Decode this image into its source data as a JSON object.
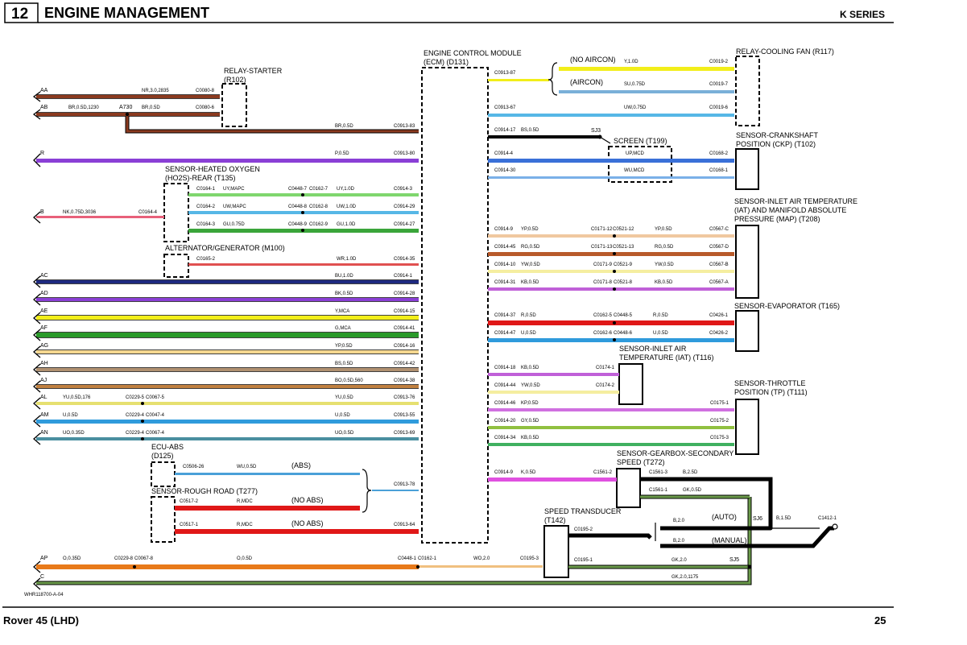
{
  "header": {
    "page_number": "12",
    "title": "ENGINE MANAGEMENT",
    "series": "K SERIES"
  },
  "footer": {
    "model": "Rover 45 (LHD)",
    "page": "25",
    "ref": "WHR118700-A-04"
  },
  "components": {
    "relay_starter": [
      "RELAY-STARTER",
      "(R102)"
    ],
    "ecm": [
      "ENGINE CONTROL MODULE",
      "(ECM) (D131)"
    ],
    "relay_fan": [
      "RELAY-COOLING FAN (R117)"
    ],
    "ckp": [
      "SENSOR-CRANKSHAFT",
      "POSITION (CKP) (T102)"
    ],
    "screen": [
      "SCREEN (T199)"
    ],
    "ho2s": [
      "SENSOR-HEATED OXYGEN",
      "(HO2S)-REAR (T135)"
    ],
    "map": [
      "SENSOR-INLET AIR TEMPERATURE",
      "(IAT) AND MANIFOLD ABSOLUTE",
      "PRESSURE (MAP) (T208)"
    ],
    "alternator": [
      "ALTERNATOR/GENERATOR (M100)"
    ],
    "evaporator": [
      "SENSOR-EVAPORATOR (T165)"
    ],
    "iat": [
      "SENSOR-INLET AIR",
      "TEMPERATURE (IAT) (T116)"
    ],
    "tp": [
      "SENSOR-THROTTLE",
      "POSITION (TP) (T111)"
    ],
    "ecu_abs": [
      "ECU-ABS",
      "(D125)"
    ],
    "rough_road": [
      "SENSOR-ROUGH ROAD (T277)"
    ],
    "gearbox": [
      "SENSOR-GEARBOX-SECONDARY",
      "SPEED (T272)"
    ],
    "transducer": [
      "SPEED TRANSDUCER",
      "(T142)"
    ]
  },
  "notes": {
    "no_aircon": "(NO AIRCON)",
    "aircon": "(AIRCON)",
    "abs": "(ABS)",
    "no_abs_1": "(NO ABS)",
    "no_abs_2": "(NO ABS)",
    "auto": "(AUTO)",
    "manual": "(MANUAL)"
  },
  "splices": {
    "sj3": "SJ3",
    "sj6": "SJ6",
    "sj5": "SJ5",
    "a730": "A730"
  },
  "wires": {
    "aa": {
      "id": "AA",
      "code": "NR,3.0,2835",
      "conn": "C0080-8",
      "color": "#8b3a1f"
    },
    "ab": {
      "id": "AB",
      "code1": "BR,0.5D,1230",
      "code2": "BR,0.5D",
      "conn": "C0080-6",
      "code3": "BR,0.5D",
      "conn2": "C0913-83",
      "color": "#8b3a1f"
    },
    "r": {
      "id": "R",
      "code": "P,0.5D",
      "conn": "C0913-80",
      "color": "#8a3fd6"
    },
    "b": {
      "id": "B",
      "code": "NK,0.75D,3036",
      "conn": "C0164-4",
      "color": "#e8607a"
    },
    "ho1": {
      "conn_a": "C0164-1",
      "code_a": "UY,MAPC",
      "conn_b": "C0448-7",
      "conn_c": "C0162-7",
      "code_b": "UY,1.0D",
      "conn_ecm": "C0914-3",
      "color": "#7fd66e"
    },
    "ho2": {
      "conn_a": "C0164-2",
      "code_a": "UW,MAPC",
      "conn_b": "C0448-8",
      "conn_c": "C0162-8",
      "code_b": "UW,1.0D",
      "conn_ecm": "C0914-29",
      "color": "#56b7e6"
    },
    "ho3": {
      "conn_a": "C0164-3",
      "code_a": "GU,0.75D",
      "conn_b": "C0448-9",
      "conn_c": "C0162-9",
      "code_b": "GU,1.0D",
      "conn_ecm": "C0914-27",
      "color": "#3aa53a"
    },
    "alt": {
      "conn_a": "C0165-2",
      "code": "WR,1.0D",
      "conn_ecm": "C0914-35",
      "color": "#e05050"
    },
    "ac": {
      "id": "AC",
      "code": "BU,1.0D",
      "conn": "C0914-1",
      "color": "#1e2a80"
    },
    "ad": {
      "id": "AD",
      "code": "BK,0.5D",
      "conn": "C0914-28",
      "color": "#8a3fd6"
    },
    "ae": {
      "id": "AE",
      "code": "Y,MCA",
      "conn": "C0914-15",
      "color": "#f2ee1a"
    },
    "af": {
      "id": "AF",
      "code": "G,MCA",
      "conn": "C0914-41",
      "color": "#2a9a2a"
    },
    "ag": {
      "id": "AG",
      "code": "YP,0.5D",
      "conn": "C0914-16",
      "color": "#f5d890"
    },
    "ah": {
      "id": "AH",
      "code": "BS,0.5D",
      "conn": "C0914-42",
      "color": "#b09070"
    },
    "aj": {
      "id": "AJ",
      "code": "BO,0.5D,560",
      "conn": "C0914-38",
      "color": "#c08040"
    },
    "al": {
      "id": "AL",
      "code1": "YU,0.5D,176",
      "conn1": "C0229-5",
      "conn2": "C0067-5",
      "code2": "YU,0.5D",
      "conn": "C0913-76",
      "color": "#e6e070"
    },
    "am": {
      "id": "AM",
      "code1": "U,0.5D",
      "conn1": "C0229-4",
      "conn2": "C0047-4",
      "code2": "U,0.5D",
      "conn": "C0913-55",
      "color": "#2f9bdc"
    },
    "an": {
      "id": "AN",
      "code1": "UO,0.35D",
      "conn1": "C0229-4",
      "conn2": "C0067-4",
      "code2": "UO,0.5D",
      "conn": "C0913-69",
      "color": "#4a8fa0"
    },
    "abs": {
      "conn_a": "C0506-26",
      "code": "WU,0.5D",
      "conn_ecm": "C0913-78",
      "color": "#4aa0d8"
    },
    "rr1": {
      "conn_a": "C0517-2",
      "code": "R,MDC",
      "color": "#e01818"
    },
    "rr2": {
      "conn_a": "C0517-1",
      "code": "R,MDC",
      "conn_ecm": "C0913-64",
      "color": "#e01818"
    },
    "ap": {
      "id": "AP",
      "code1": "O,0.35D",
      "conn1": "C0229-8",
      "conn2": "C0067-8",
      "code2": "O,0.5D",
      "conn3": "C0448-1",
      "conn4": "C0162-1",
      "code3": "WO,2.0",
      "conn5": "C0195-3",
      "color": "#e87a1a"
    },
    "c": {
      "id": "C",
      "code": "GK,2.0,1175",
      "color": "#6a9a4a"
    },
    "fan1": {
      "conn_ecm": "C0913-87",
      "code": "Y,1.0D",
      "conn": "C0019-2",
      "color": "#f2ee1a"
    },
    "fan2": {
      "code": "SU,0.75D",
      "conn": "C0019-7",
      "color": "#7ab0d8"
    },
    "fan3": {
      "conn_ecm": "C0913-67",
      "code": "UW,0.75D",
      "conn": "C0019-6",
      "color": "#56b7e6"
    },
    "sj3w": {
      "conn_ecm": "C0914-17",
      "code": "BS,0.5D"
    },
    "ckp1": {
      "conn_ecm": "C0914-4",
      "code": "UP,MCD",
      "conn": "C0168-2",
      "color": "#3a70d8"
    },
    "ckp2": {
      "conn_ecm": "C0914-30",
      "code": "WU,MCD",
      "conn": "C0168-1",
      "color": "#7ab0e8"
    },
    "map1": {
      "conn_ecm": "C0914-9",
      "code1": "YP,0.5D",
      "conn1": "C0171-12",
      "conn2": "C0521-12",
      "code2": "YP,0.5D",
      "conn": "C0567-C",
      "color": "#f0c8a0"
    },
    "map2": {
      "conn_ecm": "C0914-45",
      "code1": "RG,0.5D",
      "conn1": "C0171-13",
      "conn2": "C0521-13",
      "code2": "RG,0.5D",
      "conn": "C0567-D",
      "color": "#b85a2a"
    },
    "map3": {
      "conn_ecm": "C0914-10",
      "code1": "YW,0.5D",
      "conn1": "C0171-9",
      "conn2": "C0521-9",
      "code2": "YW,0.5D",
      "conn": "C0567-B",
      "color": "#f5eea0"
    },
    "map4": {
      "conn_ecm": "C0914-31",
      "code1": "KB,0.5D",
      "conn1": "C0171-8",
      "conn2": "C0521-8",
      "code2": "KB,0.5D",
      "conn": "C0567-A",
      "color": "#c060d8"
    },
    "evap1": {
      "conn_ecm": "C0914-37",
      "code1": "R,0.5D",
      "conn1": "C0162-5",
      "conn2": "C0448-5",
      "code2": "R,0.5D",
      "conn": "C0426-1",
      "color": "#e01818"
    },
    "evap2": {
      "conn_ecm": "C0914-47",
      "code1": "U,0.5D",
      "conn1": "C0162-6",
      "conn2": "C0448-6",
      "code2": "U,0.5D",
      "conn": "C0426-2",
      "color": "#2f9bdc"
    },
    "iat1": {
      "conn_ecm": "C0914-18",
      "code": "KB,0.5D",
      "conn": "C0174-1",
      "color": "#c060d8"
    },
    "iat2": {
      "conn_ecm": "C0914-44",
      "code": "YW,0.5D",
      "conn": "C0174-2",
      "color": "#f5eea0"
    },
    "tp1": {
      "conn_ecm": "C0914-46",
      "code": "KP,0.5D",
      "conn": "C0175-1",
      "color": "#d070e0"
    },
    "tp2": {
      "conn_ecm": "C0914-20",
      "code": "GY,0.5D",
      "conn": "C0175-2",
      "color": "#90c040"
    },
    "tp3": {
      "conn_ecm": "C0914-34",
      "code": "KB,0.5D",
      "conn": "C0175-3",
      "color": "#40b060"
    },
    "gb1": {
      "conn_ecm": "C0914-9",
      "code": "K,0.5D",
      "conn": "C1561-2",
      "color": "#e050e0"
    },
    "gb2": {
      "conn": "C1561-3",
      "code": "B,2.5D"
    },
    "gb3": {
      "conn": "C1561-1",
      "code": "GK,0.5D"
    },
    "st1": {
      "conn": "C0195-2",
      "code_auto": "B,2.0",
      "code_manual": "B,2.0",
      "code_sj6": "B,1.5D",
      "conn_end": "C1412-1"
    },
    "st2": {
      "conn": "C0195-1",
      "code": "GK,2.0"
    }
  }
}
